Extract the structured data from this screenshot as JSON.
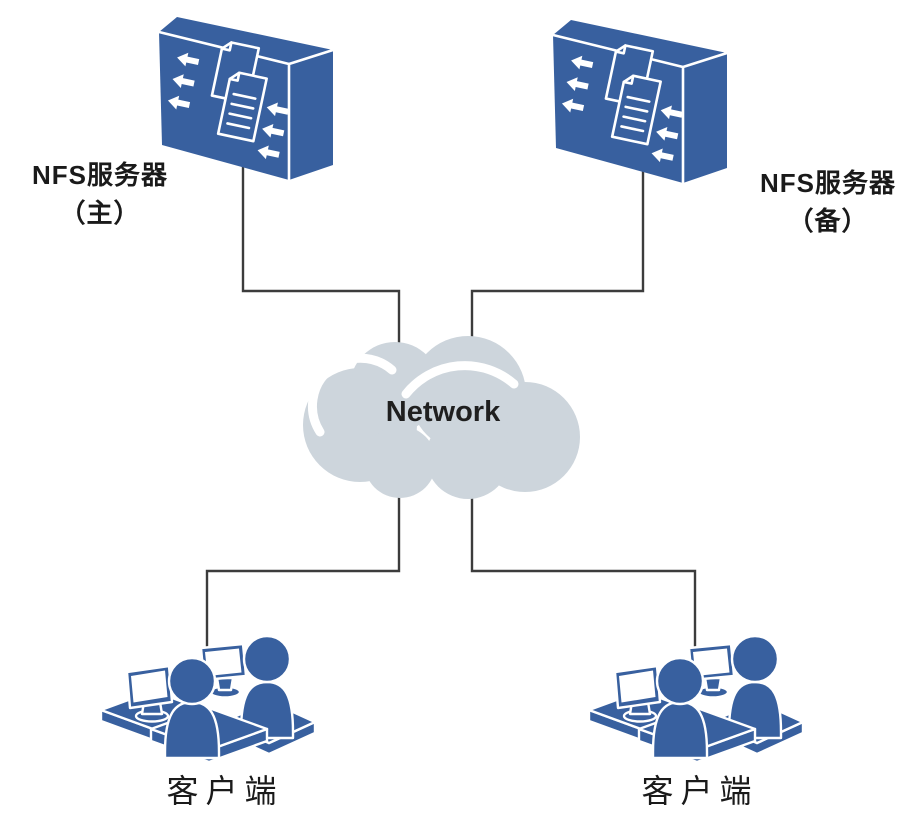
{
  "diagram": {
    "type": "network-topology",
    "network_label": "Network",
    "servers": {
      "primary": {
        "name": "NFS服务器",
        "role": "（主）"
      },
      "backup": {
        "name": "NFS服务器",
        "role": "（备）"
      }
    },
    "clients": {
      "left": {
        "label": "客户端"
      },
      "right": {
        "label": "客户端"
      }
    },
    "colors": {
      "node_blue": "#38609F",
      "node_blue_dark": "#2E5288",
      "cloud_gray": "#CDD5DC",
      "connector": "#3C3C3C",
      "label_text": "#1A1A1A"
    },
    "icons": {
      "server": "file-sync-server-icon",
      "client": "workstation-users-icon",
      "network": "cloud-icon"
    }
  }
}
